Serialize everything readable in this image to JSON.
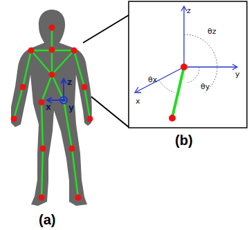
{
  "diagram": {
    "labels": [
      "z",
      "x",
      "y",
      "(a)",
      "z",
      "y",
      "x",
      "θz",
      "θx",
      "θy",
      "(b)"
    ]
  }
}
